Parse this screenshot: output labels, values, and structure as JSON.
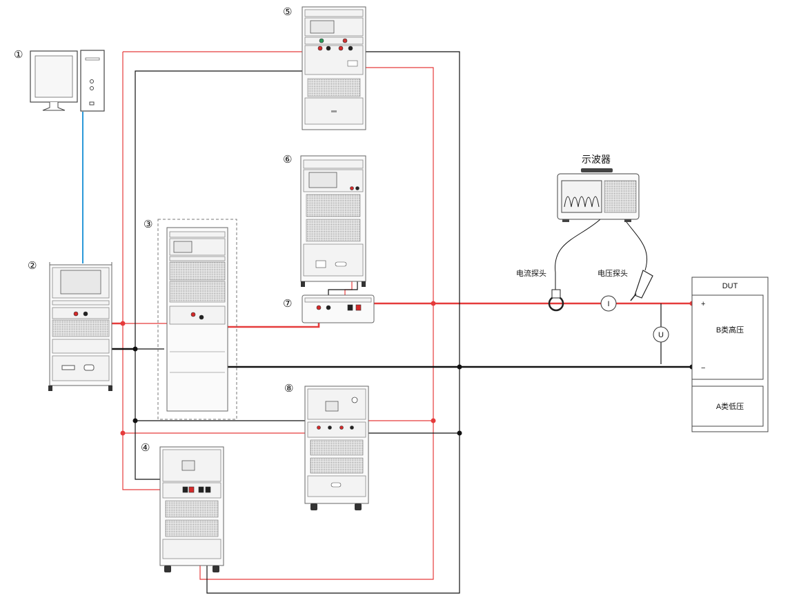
{
  "labels": {
    "n1": "①",
    "n2": "②",
    "n3": "③",
    "n4": "④",
    "n5": "⑤",
    "n6": "⑥",
    "n7": "⑦",
    "n8": "⑧",
    "oscilloscope": "示波器",
    "current_probe": "电流探头",
    "voltage_probe": "电压探头",
    "dut": "DUT",
    "b_high_voltage": "B类高压",
    "a_low_voltage": "A类低压",
    "plus": "+",
    "minus": "−",
    "current_meter": "I",
    "voltage_meter": "U"
  },
  "colors": {
    "positive_wire": "#e53b3b",
    "negative_wire": "#111111",
    "comm_wire": "#2a98d8"
  },
  "icons": {
    "pc": "computer-icon",
    "oscilloscope": "oscilloscope-icon",
    "current_probe": "current-clamp-icon",
    "voltage_probe": "voltage-probe-icon"
  }
}
